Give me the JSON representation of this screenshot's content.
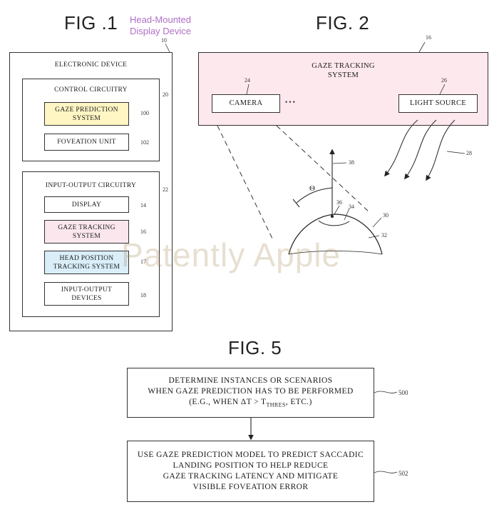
{
  "fig1": {
    "title": "FIG .1",
    "note_line1": "Head-Mounted",
    "note_line2": "Display Device",
    "ref_device": "10",
    "device_label": "ELECTRONIC DEVICE",
    "control": {
      "label": "CONTROL CIRCUITRY",
      "ref": "20",
      "gaze_prediction_line1": "GAZE PREDICTION",
      "gaze_prediction_line2": "SYSTEM",
      "gaze_prediction_ref": "100",
      "foveation": "FOVEATION UNIT",
      "foveation_ref": "102"
    },
    "io": {
      "label": "INPUT-OUTPUT CIRCUITRY",
      "ref": "22",
      "display": "DISPLAY",
      "display_ref": "14",
      "gaze_tracking_line1": "GAZE TRACKING",
      "gaze_tracking_line2": "SYSTEM",
      "gaze_tracking_ref": "16",
      "head_position_line1": "HEAD POSITION",
      "head_position_line2": "TRACKING SYSTEM",
      "head_position_ref": "17",
      "io_devices_line1": "INPUT-OUTPUT",
      "io_devices_line2": "DEVICES",
      "io_devices_ref": "18"
    },
    "colors": {
      "gaze_prediction_fill": "#fff6c4",
      "gaze_tracking_fill": "#fbe6ee",
      "head_position_fill": "#d9eef8"
    }
  },
  "fig2": {
    "title": "FIG. 2",
    "system_line1": "GAZE TRACKING",
    "system_line2": "SYSTEM",
    "system_ref": "16",
    "camera": "CAMERA",
    "camera_ref": "24",
    "dots": "• • •",
    "light_source": "LIGHT SOURCE",
    "light_ref": "26",
    "light_rays_ref": "28",
    "gaze_ref": "38",
    "theta": "Θ",
    "pupil_ref": "36",
    "iris_ref": "34",
    "eye_ref": "30",
    "cornea_ref": "32",
    "colors": {
      "system_fill": "#fde8ee"
    }
  },
  "watermark": "Patently Apple",
  "fig5": {
    "title": "FIG. 5",
    "step1_line1": "DETERMINE INSTANCES OR SCENARIOS",
    "step1_line2": "WHEN GAZE PREDICTION HAS TO BE PERFORMED",
    "step1_line3_pre": "(E.G., WHEN ΔT > T",
    "step1_line3_sub": "THRES",
    "step1_line3_post": ", ETC.)",
    "step1_ref": "500",
    "step2_line1": "USE GAZE PREDICTION MODEL TO PREDICT SACCADIC",
    "step2_line2": "LANDING POSITION TO HELP REDUCE",
    "step2_line3": "GAZE TRACKING LATENCY AND MITIGATE",
    "step2_line4": "VISIBLE FOVEATION ERROR",
    "step2_ref": "502"
  }
}
